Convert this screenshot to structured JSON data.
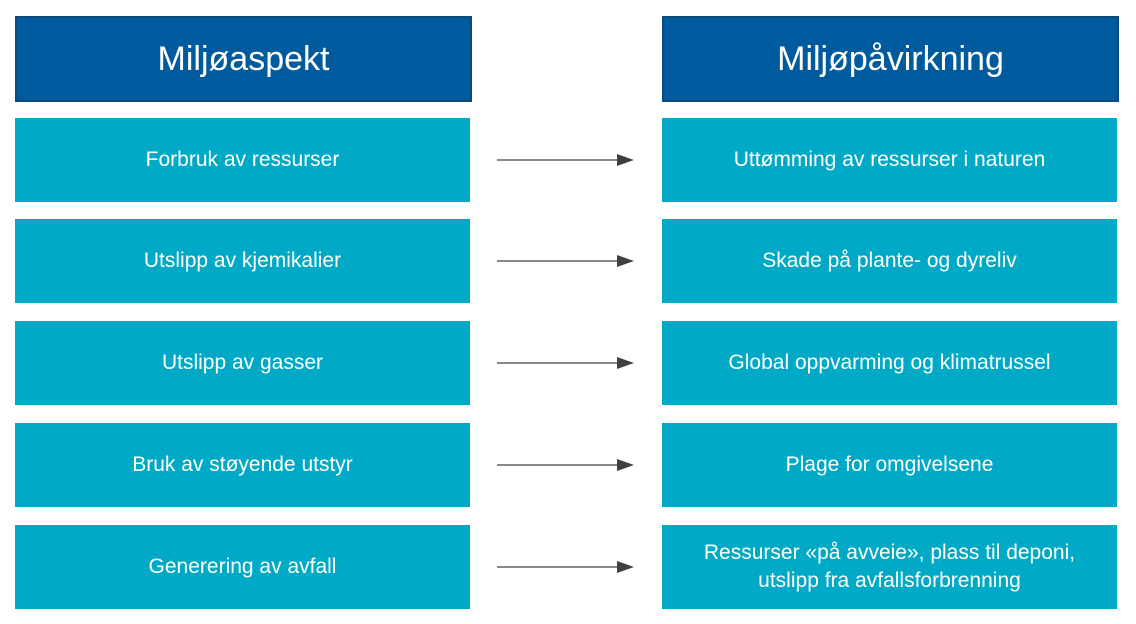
{
  "headers": {
    "left": "Miljøaspekt",
    "right": "Miljøpåvirkning"
  },
  "rows": [
    {
      "aspect": "Forbruk av ressurser",
      "impact": "Uttømming av ressurser i naturen"
    },
    {
      "aspect": "Utslipp av kjemikalier",
      "impact": "Skade på plante- og dyreliv"
    },
    {
      "aspect": "Utslipp av gasser",
      "impact": "Global oppvarming og klimatrussel"
    },
    {
      "aspect": "Bruk av støyende utstyr",
      "impact": "Plage for omgivelsene"
    },
    {
      "aspect": "Generering av avfall",
      "impact": "Ressurser «på avveie», plass til deponi, utslipp fra avfallsforbrenning"
    }
  ],
  "colors": {
    "header": "#005a9e",
    "box": "#00a9c5",
    "arrow": "#404040"
  }
}
